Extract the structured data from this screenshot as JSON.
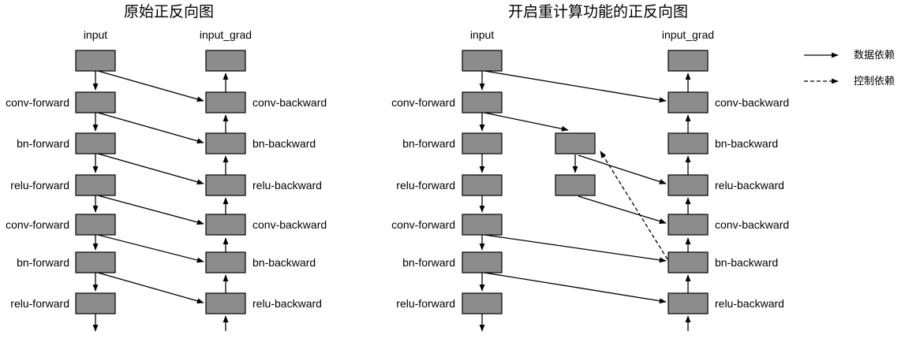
{
  "colors": {
    "background": "#ffffff",
    "box_fill": "#8c8c8c",
    "box_stroke": "#000000",
    "line": "#000000",
    "text": "#000000"
  },
  "left_diagram": {
    "title": "原始正反向图",
    "column_headers": {
      "forward": "input",
      "backward": "input_grad"
    },
    "forward_labels": [
      "conv-forward",
      "bn-forward",
      "relu-forward",
      "conv-forward",
      "bn-forward",
      "relu-forward"
    ],
    "backward_labels": [
      "conv-backward",
      "bn-backward",
      "relu-backward",
      "conv-backward",
      "bn-backward",
      "relu-backward"
    ],
    "cross_edges_data": [
      "input->conv-backward#1",
      "conv-forward#1->bn-backward#1",
      "bn-forward#1->relu-backward#1",
      "relu-forward#1->conv-backward#2",
      "conv-forward#2->bn-backward#2",
      "bn-forward#2->relu-backward#2"
    ]
  },
  "right_diagram": {
    "title": "开启重计算功能的正反向图",
    "column_headers": {
      "forward": "input",
      "backward": "input_grad"
    },
    "forward_labels": [
      "conv-forward",
      "bn-forward",
      "relu-forward",
      "conv-forward",
      "bn-forward",
      "relu-forward"
    ],
    "backward_labels": [
      "conv-backward",
      "bn-backward",
      "relu-backward",
      "conv-backward",
      "bn-backward",
      "relu-backward"
    ],
    "recompute_box_count": 2,
    "cross_edges_data": [
      "input->conv-backward#1",
      "conv-forward#1->recompute-1",
      "recompute-1->recompute-2",
      "recompute-1->relu-backward#1",
      "recompute-2->conv-backward#2",
      "conv-forward#2->bn-backward#2",
      "bn-forward#2->relu-backward#2"
    ],
    "cross_edges_control": [
      "bn-backward#2->recompute-1"
    ]
  },
  "legend": {
    "items": [
      {
        "style": "solid",
        "label": "数据依赖"
      },
      {
        "style": "dashed",
        "label": "控制依赖"
      }
    ]
  }
}
